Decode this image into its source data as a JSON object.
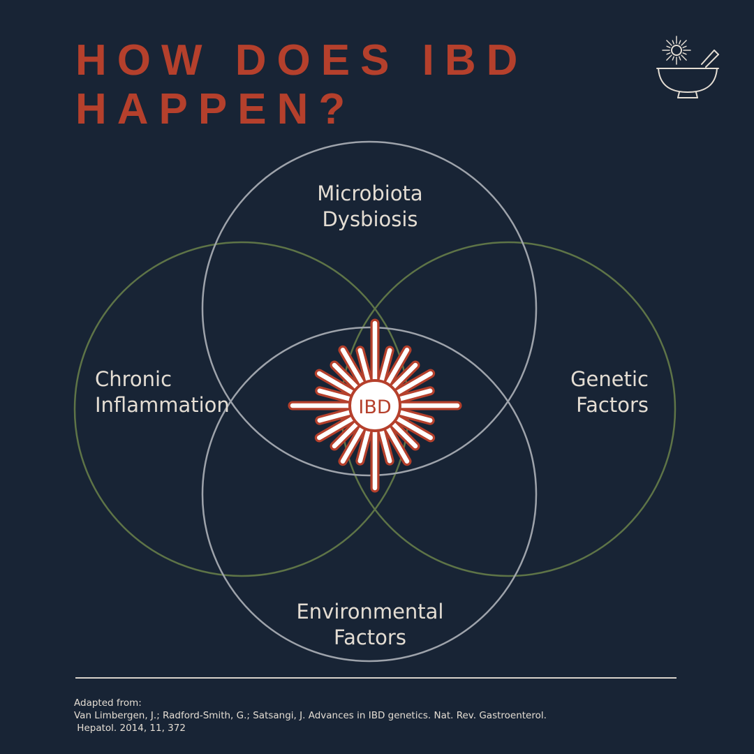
{
  "title": {
    "line1": "HOW DOES IBD",
    "line2": "HAPPEN?"
  },
  "logo": {
    "icon": "mortar-and-pestle-sun-icon"
  },
  "venn": {
    "sets": [
      {
        "line1": "Microbiota",
        "line2": "Dysbiosis"
      },
      {
        "line1": "Chronic",
        "line2": "Inflammation"
      },
      {
        "line1": "Genetic",
        "line2": "Factors"
      },
      {
        "line1": "Environmental",
        "line2": "Factors"
      }
    ],
    "center": {
      "label": "IBD",
      "icon": "starburst-icon"
    },
    "colors": {
      "grey_ring": "#9ea3ab",
      "green_ring": "#5e7447",
      "accent": "#b5402c"
    }
  },
  "citation": {
    "line1": "Adapted from:",
    "line2": "Van Limbergen, J.; Radford-Smith, G.; Satsangi, J. Advances in IBD genetics. Nat. Rev. Gastroenterol.",
    "line3": " Hepatol. 2014, 11, 372"
  },
  "colors": {
    "background": "#182435",
    "text": "#e4ddd3"
  }
}
